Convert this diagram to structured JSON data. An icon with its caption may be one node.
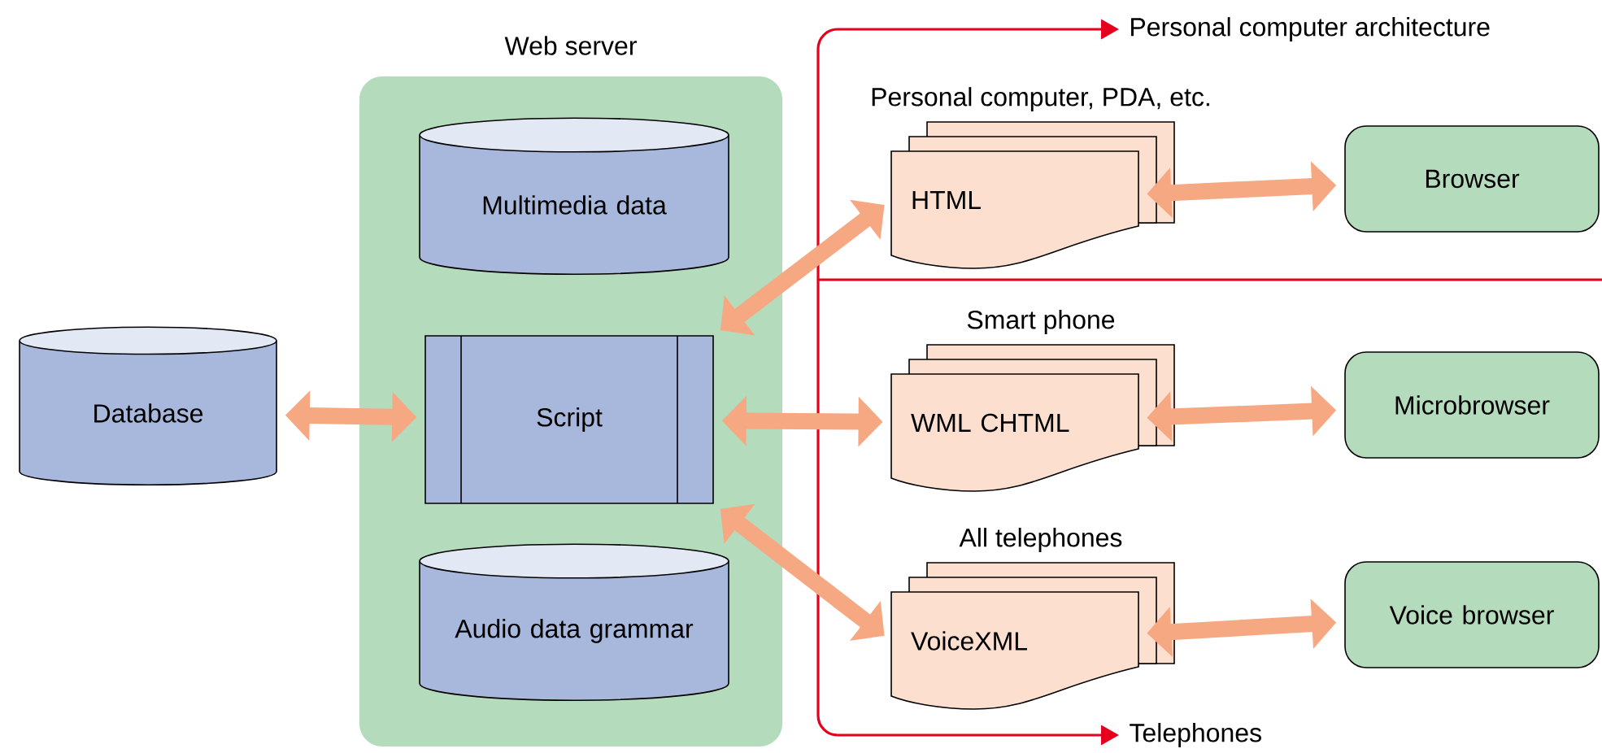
{
  "diagram": {
    "nodes": [
      {
        "text": [
          "Database"
        ]
      },
      {
        "text": [
          "Web server"
        ]
      },
      {
        "text": [
          "Multimedia data"
        ],
        "in": 1
      },
      {
        "text": [
          "Script"
        ],
        "in": 1
      },
      {
        "text": [
          "Audio data grammar"
        ],
        "in": 1
      },
      {
        "text": [
          "HTML"
        ],
        "beside": [
          "Personal computer, PDA, etc."
        ]
      },
      {
        "text": [
          "Browser"
        ]
      },
      {
        "text": [
          "WML CHTML"
        ],
        "beside": [
          "Smart phone"
        ]
      },
      {
        "text": [
          "Microbrowser"
        ]
      },
      {
        "text": [
          "VoiceXML"
        ],
        "beside": [
          "All telephones"
        ]
      },
      {
        "text": [
          "Voice browser"
        ]
      }
    ],
    "edges": [
      {
        "from": 0,
        "to": 3,
        "arrow": "both"
      },
      {
        "from": 3,
        "to": 5,
        "arrow": "both"
      },
      {
        "from": 3,
        "to": 7,
        "arrow": "both"
      },
      {
        "from": 3,
        "to": 9,
        "arrow": "both"
      },
      {
        "from": 5,
        "to": 6,
        "arrow": "both"
      },
      {
        "from": 7,
        "to": 8,
        "arrow": "both"
      },
      {
        "from": 9,
        "to": 10,
        "arrow": "both"
      }
    ],
    "labels": [
      "Personal computer architecture",
      "Telephones"
    ]
  }
}
